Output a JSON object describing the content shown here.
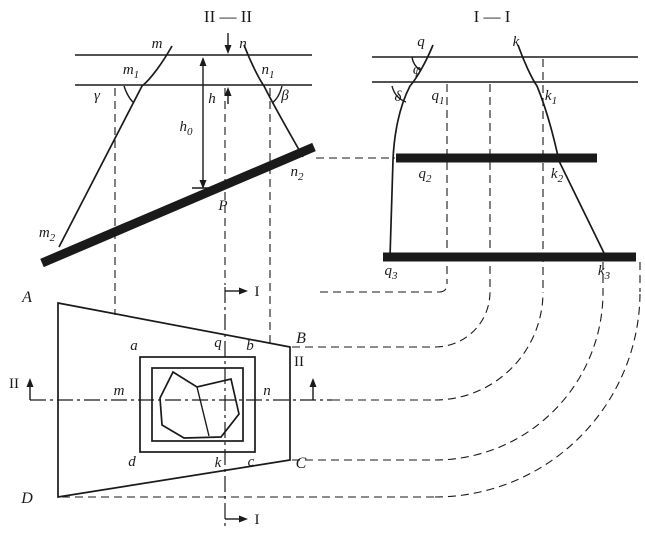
{
  "colors": {
    "ink": "#1a1a1a",
    "background": "#ffffff"
  },
  "sec2": {
    "title": "II — II",
    "m": "m",
    "n": "n",
    "m1_b": "m",
    "m1_s": "1",
    "n1_b": "n",
    "n1_s": "1",
    "m2_b": "m",
    "m2_s": "2",
    "n2_b": "n",
    "n2_s": "2",
    "gamma": "γ",
    "beta": "β",
    "h": "h",
    "h0_b": "h",
    "h0_s": "0",
    "p": "P"
  },
  "sec1": {
    "title": "I — I",
    "q": "q",
    "k": "k",
    "phi": "φ",
    "delta": "δ",
    "q1_b": "q",
    "q1_s": "1",
    "k1_b": "k",
    "k1_s": "1",
    "q2_b": "q",
    "q2_s": "2",
    "k2_b": "k",
    "k2_s": "2",
    "q3_b": "q",
    "q3_s": "3",
    "k3_b": "k",
    "k3_s": "3"
  },
  "plan": {
    "A": "A",
    "B": "B",
    "C": "C",
    "D": "D",
    "a": "a",
    "b": "b",
    "c": "c",
    "d": "d",
    "q": "q",
    "k": "k",
    "m": "m",
    "n": "n",
    "marker_i": "I",
    "marker_ii": "II"
  }
}
